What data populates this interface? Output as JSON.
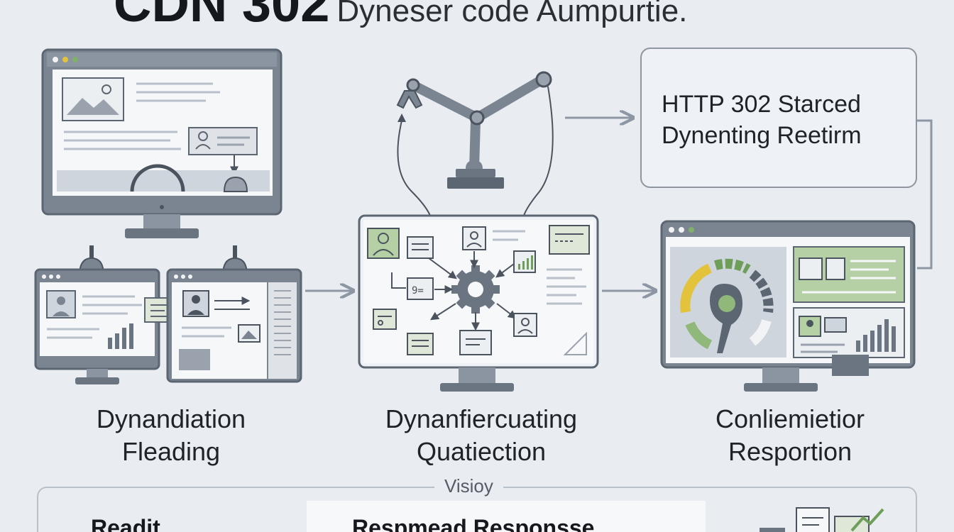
{
  "title": {
    "main": "CDN 302",
    "sub": "Dyneser code Aumpurtie."
  },
  "callout": {
    "line1": "HTTP 302 Starced",
    "line2": "Dynenting Reetirm"
  },
  "stages": [
    {
      "line1": "Dynandiation",
      "line2": "Fleading"
    },
    {
      "line1": "Dynanfiercuating",
      "line2": "Quatiection"
    },
    {
      "line1": "Conliemietior",
      "line2": "Resportion"
    }
  ],
  "bottom": {
    "label": "Visioy",
    "left": "Readit",
    "center": "Respmead Responsse"
  },
  "colors": {
    "background": "#e9edf2",
    "stroke": "#5c6672",
    "panel": "#7b8591",
    "accent_green": "#6f9e5a",
    "accent_yellow": "#e3c23c",
    "arrow": "#8d97a4"
  }
}
